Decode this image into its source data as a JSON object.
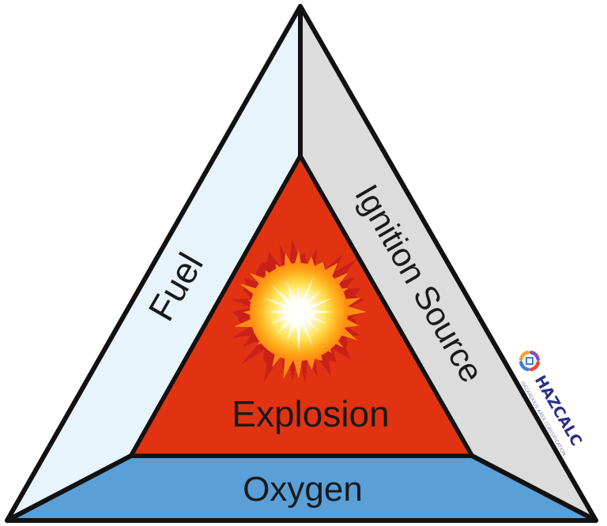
{
  "triangle": {
    "segments": {
      "fuel": {
        "label": "Fuel",
        "color": "#e8f4fc"
      },
      "ignition": {
        "label": "Ignition Source",
        "color": "#dcdcdc"
      },
      "oxygen": {
        "label": "Oxygen",
        "color": "#5a9fd8"
      }
    },
    "center": {
      "label": "Explosion",
      "color": "#e13312"
    },
    "outline_color": "#111111"
  },
  "logo": {
    "name": "HAZCALC",
    "tagline": "HAZARDOUS AREA CLASSIFICATION",
    "colors": [
      "#e8463c",
      "#3f7fd1",
      "#f2a23a",
      "#8a4fb5"
    ]
  }
}
